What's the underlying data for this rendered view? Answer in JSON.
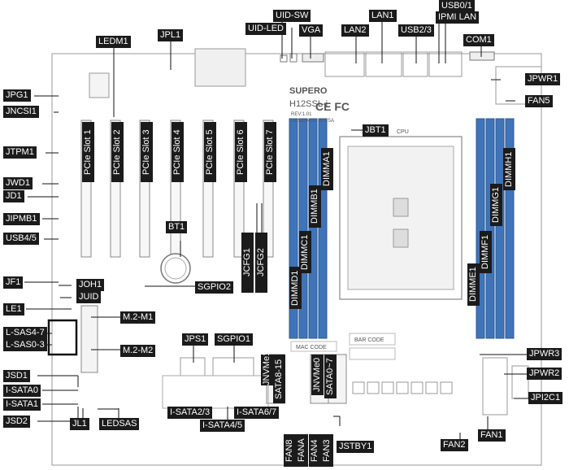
{
  "board": {
    "brand": "SUPERO",
    "model": "H12SSL-i",
    "rev": "REV:1.01",
    "designed": "DESIGNED IN USA",
    "cpu": "CPU",
    "mac_code": "MAC CODE",
    "bar_code": "BAR CODE",
    "cert": "CE FC"
  },
  "labels": {
    "uid_sw": "UID-SW",
    "uid_led": "UID-LED",
    "vga": "VGA",
    "lan2": "LAN2",
    "lan1": "LAN1",
    "usb23": "USB2/3",
    "usb01": "USB0/1",
    "ipmi_lan": "IPMI LAN",
    "com1": "COM1",
    "ledm1": "LEDM1",
    "jpl1": "JPL1",
    "jpg1": "JPG1",
    "jncsi1": "JNCSI1",
    "jtpm1": "JTPM1",
    "jwd1": "JWD1",
    "jd1": "JD1",
    "jipmb1": "JIPMB1",
    "usb45": "USB4/5",
    "jf1": "JF1",
    "joh1": "JOH1",
    "juid": "JUID",
    "le1": "LE1",
    "lsas47": "L-SAS4-7",
    "lsas03": "L-SAS0-3",
    "jsd1": "JSD1",
    "isata0": "I-SATA0",
    "isata1": "I-SATA1",
    "jsd2": "JSD2",
    "jl1": "JL1",
    "ledsas": "LEDSAS",
    "jpwr1": "JPWR1",
    "fan5": "FAN5",
    "jbt1": "JBT1",
    "jpwr3": "JPWR3",
    "jpwr2": "JPWR2",
    "jpi2c1": "JPI2C1",
    "fan2": "FAN2",
    "fan1": "FAN1",
    "bt1": "BT1",
    "sgpio2": "SGPIO2",
    "m2m1": "M.2-M1",
    "m2m2": "M.2-M2",
    "jps1": "JPS1",
    "sgpio1": "SGPIO1",
    "isata23": "I-SATA2/3",
    "isata45": "I-SATA4/5",
    "isata67": "I-SATA6/7",
    "jstby1": "JSTBY1"
  },
  "pcie_slots": [
    "PCIe Slot 1",
    "PCIe Slot 2",
    "PCIe Slot 3",
    "PCIe Slot 4",
    "PCIe Slot 5",
    "PCIe Slot 6",
    "PCIe Slot 7"
  ],
  "vertical_labels": {
    "jcfg1": "JCFG1",
    "jcfg2": "JCFG2",
    "jnvme1": "JNVMe1",
    "sata815": "SATA8-15",
    "jnvme0": "JNVMe0",
    "sata07": "SATA0~7",
    "fan8": "FAN8",
    "fana": "FANA",
    "fan4": "FAN4",
    "fan3": "FAN3"
  },
  "dimms_left": [
    "DIMMD1",
    "DIMMC1",
    "DIMMB1",
    "DIMMA1"
  ],
  "dimms_right": [
    "DIMME1",
    "DIMMF1",
    "DIMMG1",
    "DIMMH1"
  ],
  "colors": {
    "label_bg": "#1b1b1b",
    "dimm_blue": "#3f74b8",
    "board_line": "#8a8a8a"
  }
}
